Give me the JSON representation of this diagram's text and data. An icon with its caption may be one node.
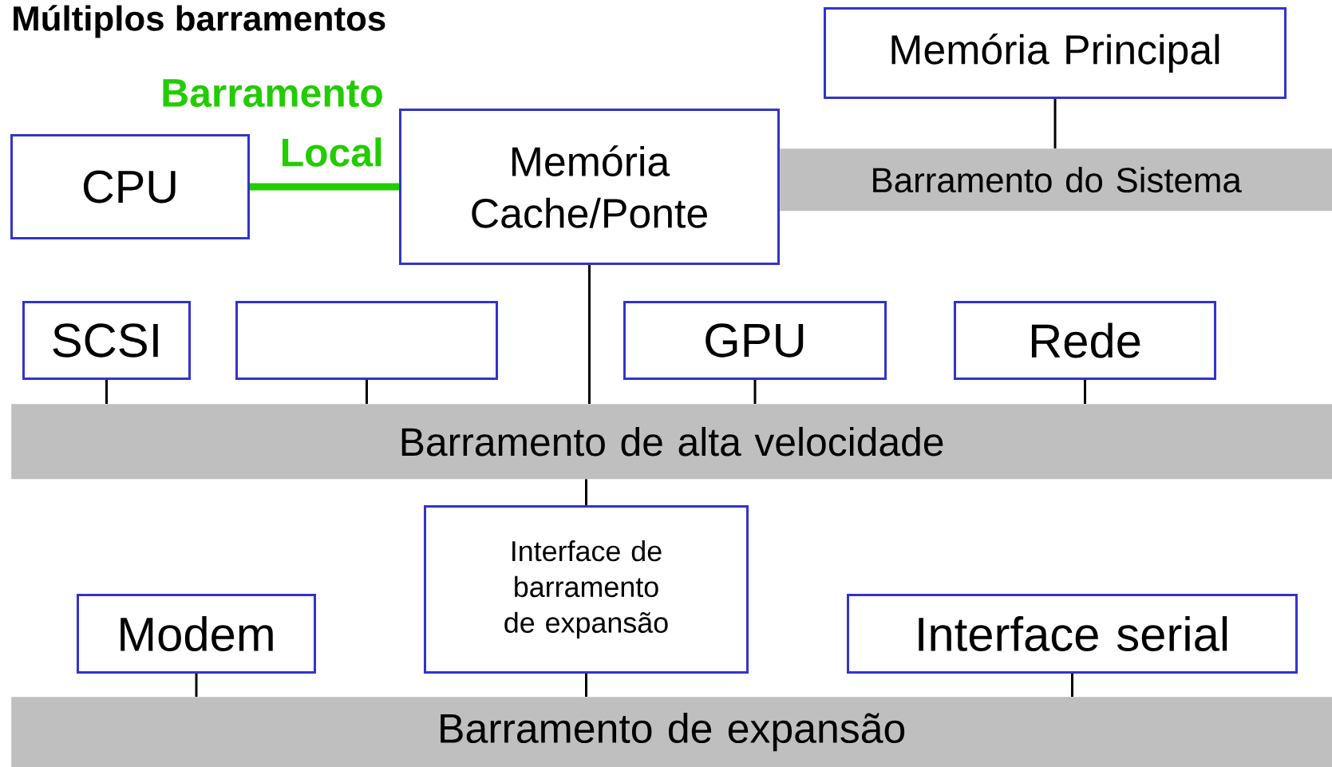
{
  "diagram": {
    "title": "Múltiplos barramentos",
    "nodes": [
      {
        "text": [
          "Memória Principal"
        ]
      },
      {
        "text": [
          "CPU"
        ]
      },
      {
        "text": [
          "Memória Cache/Ponte"
        ]
      },
      {
        "text": [
          "Barramento do Sistema"
        ]
      },
      {
        "text": [
          "SCSI"
        ]
      },
      {
        "text": [],
        "shape": "box"
      },
      {
        "text": [
          "GPU"
        ]
      },
      {
        "text": [
          "Rede"
        ]
      },
      {
        "text": [
          "Barramento de alta velocidade"
        ]
      },
      {
        "text": [
          "Interface de barramento de expansão"
        ]
      },
      {
        "text": [
          "Modem"
        ]
      },
      {
        "text": [
          "Interface serial"
        ]
      },
      {
        "text": [
          "Barramento de expansão"
        ]
      }
    ],
    "edges": [
      {
        "from": 1,
        "to": 2,
        "arrow": "none",
        "label": "Barramento Local",
        "style": "thick",
        "color": "#22cc00"
      },
      {
        "from": 0,
        "to": 3,
        "arrow": "none"
      },
      {
        "from": 2,
        "to": 8,
        "arrow": "none"
      },
      {
        "from": 4,
        "to": 8,
        "arrow": "none"
      },
      {
        "from": 5,
        "to": 8,
        "arrow": "none"
      },
      {
        "from": 6,
        "to": 8,
        "arrow": "none"
      },
      {
        "from": 7,
        "to": 8,
        "arrow": "none"
      },
      {
        "from": 8,
        "to": 9,
        "arrow": "none"
      },
      {
        "from": 9,
        "to": 12,
        "arrow": "none"
      },
      {
        "from": 10,
        "to": 12,
        "arrow": "none"
      },
      {
        "from": 11,
        "to": 12,
        "arrow": "none"
      }
    ]
  }
}
